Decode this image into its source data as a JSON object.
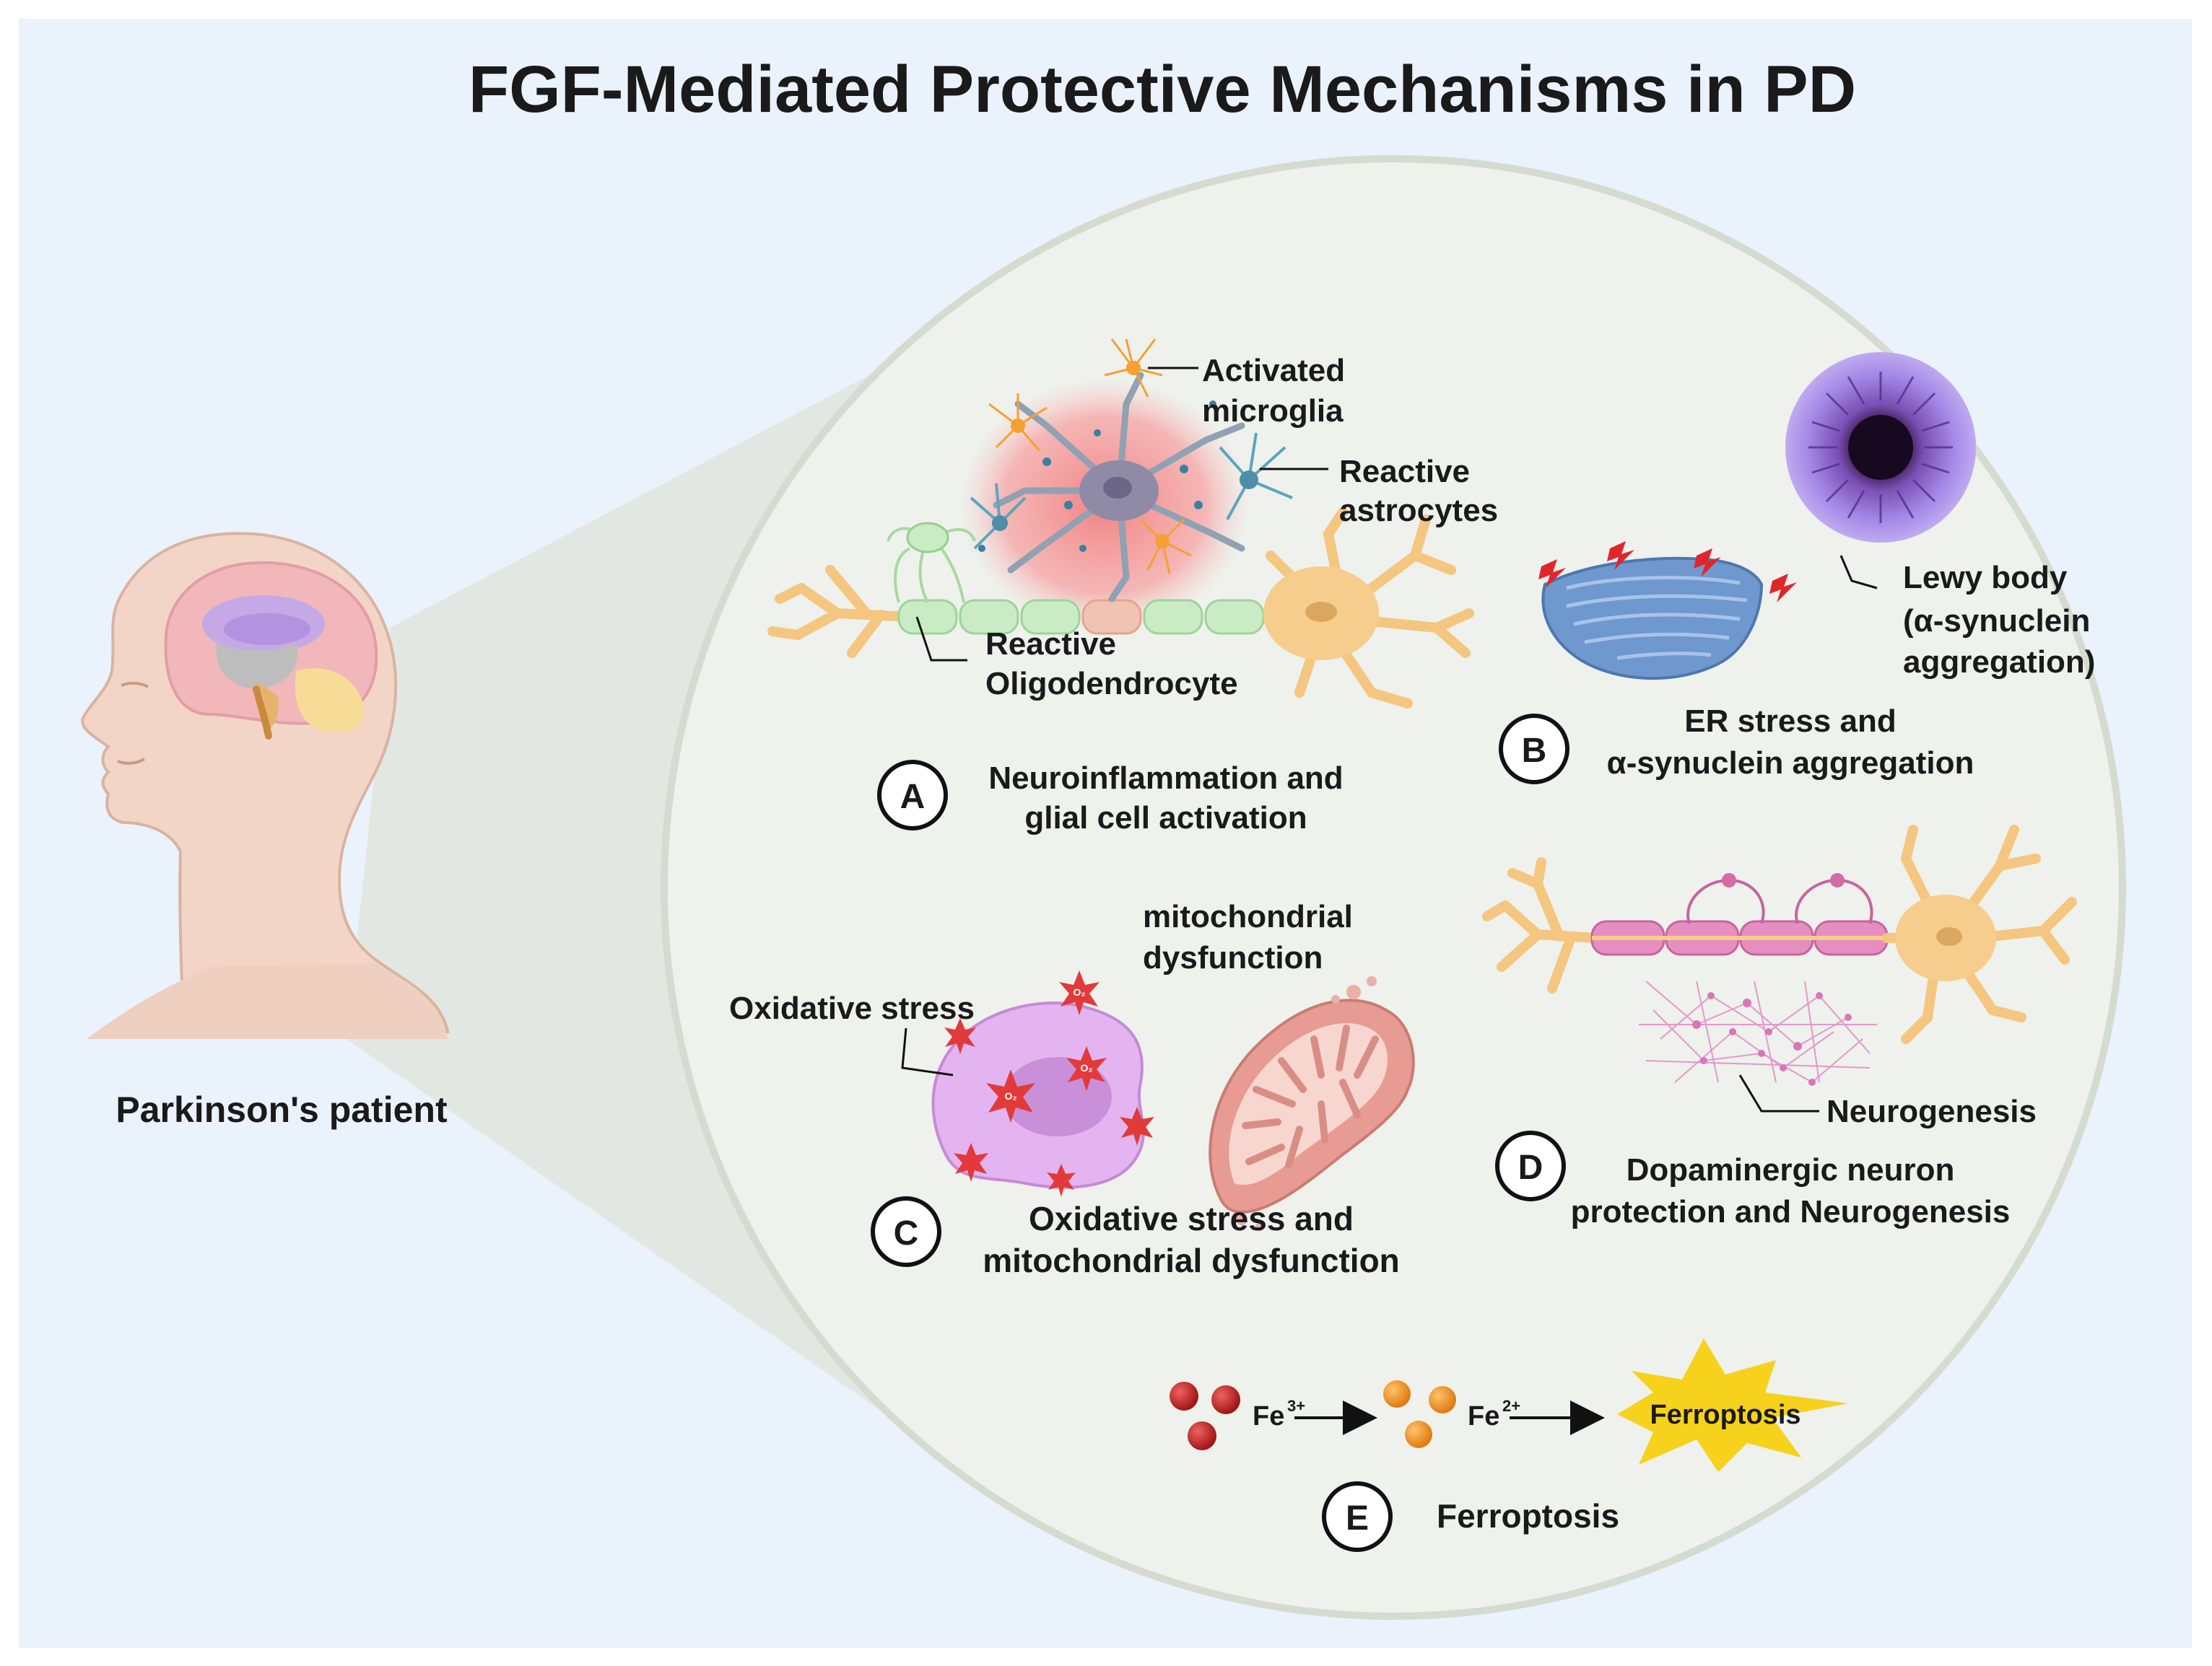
{
  "title": "FGF-Mediated Protective Mechanisms in PD",
  "patient_label": "Parkinson's patient",
  "panels": {
    "A": {
      "letter": "A",
      "caption": [
        "Neuroinflammation and",
        "glial cell activation"
      ],
      "labels": {
        "microglia": [
          "Activated",
          "microglia"
        ],
        "astrocytes": [
          "Reactive",
          "astrocytes"
        ],
        "oligodendrocyte": [
          "Reactive",
          "Oligodendrocyte"
        ]
      }
    },
    "B": {
      "letter": "B",
      "caption": [
        "ER stress and",
        "α-synuclein aggregation"
      ],
      "labels": {
        "lewy": [
          "Lewy body",
          "(α-synuclein",
          "aggregation)"
        ]
      }
    },
    "C": {
      "letter": "C",
      "caption": [
        "Oxidative stress and",
        "mitochondrial dysfunction"
      ],
      "labels": {
        "oxidative": "Oxidative stress",
        "mito": [
          "mitochondrial",
          "dysfunction"
        ],
        "ros_symbol": "O₂"
      }
    },
    "D": {
      "letter": "D",
      "caption": [
        "Dopaminergic neuron",
        "protection and Neurogenesis"
      ],
      "labels": {
        "neurogenesis": "Neurogenesis"
      }
    },
    "E": {
      "letter": "E",
      "caption": "Ferroptosis",
      "labels": {
        "fe3_base": "Fe",
        "fe3_sup": "3+",
        "fe2_base": "Fe",
        "fe2_sup": "2+",
        "burst": "Ferroptosis"
      }
    }
  },
  "colors": {
    "background": "#eaf2fb",
    "circle": "#eef1ec",
    "neuron": "#f6cd8c",
    "myelin_green": "#c9ecc4",
    "myelin_pink": "#e58fc0",
    "inflammation": "#f39a9a",
    "microglia": "#f5a033",
    "astrocyte": "#5aa6bd",
    "er": "#6f98cf",
    "lewy": "#9b7fe0",
    "ros": "#e23a3a",
    "mito": "#e79b92",
    "fe3": "#c42020",
    "fe2": "#f19322",
    "ferroptosis": "#f6d21c"
  }
}
